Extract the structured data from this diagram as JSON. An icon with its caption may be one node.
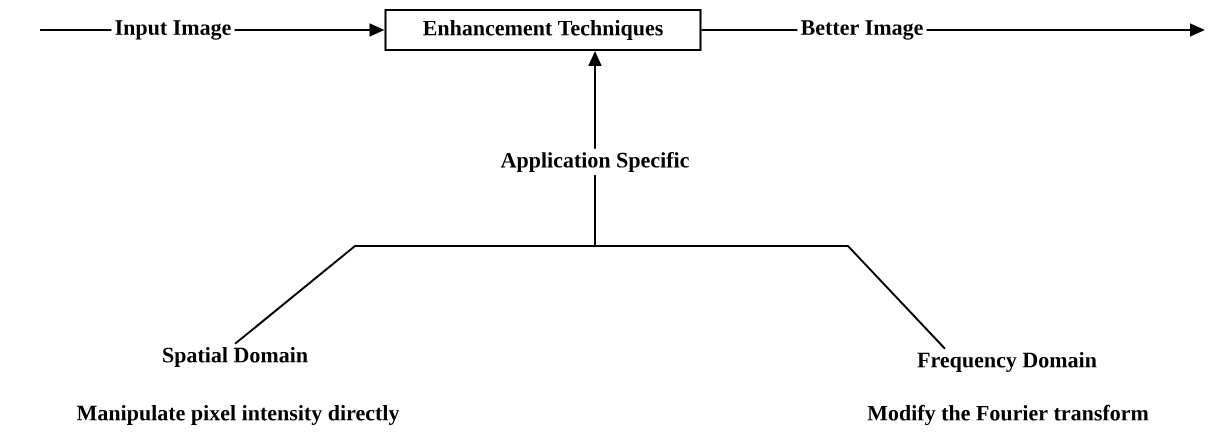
{
  "diagram": {
    "nodes": [
      {
        "text": [
          "Input Image"
        ]
      },
      {
        "text": [
          "Enhancement Techniques"
        ]
      },
      {
        "text": [
          "Better Image"
        ]
      },
      {
        "text": [
          "Application Specific"
        ]
      },
      {
        "text": [
          "Spatial Domain"
        ],
        "beside": [
          "Manipulate pixel intensity directly"
        ]
      },
      {
        "text": [
          "Frequency Domain"
        ],
        "beside": [
          "Modify the Fourier transform"
        ]
      }
    ],
    "edges": [
      {
        "from": null,
        "to": 0,
        "arrow": "none"
      },
      {
        "from": 0,
        "to": 1,
        "arrow": "to"
      },
      {
        "from": 1,
        "to": 2,
        "arrow": "none"
      },
      {
        "from": 2,
        "to": null,
        "arrow": "to"
      },
      {
        "from": 3,
        "to": 1,
        "arrow": "to"
      },
      {
        "from": 3,
        "to": 4,
        "arrow": "none"
      },
      {
        "from": 3,
        "to": 5,
        "arrow": "none"
      }
    ]
  }
}
